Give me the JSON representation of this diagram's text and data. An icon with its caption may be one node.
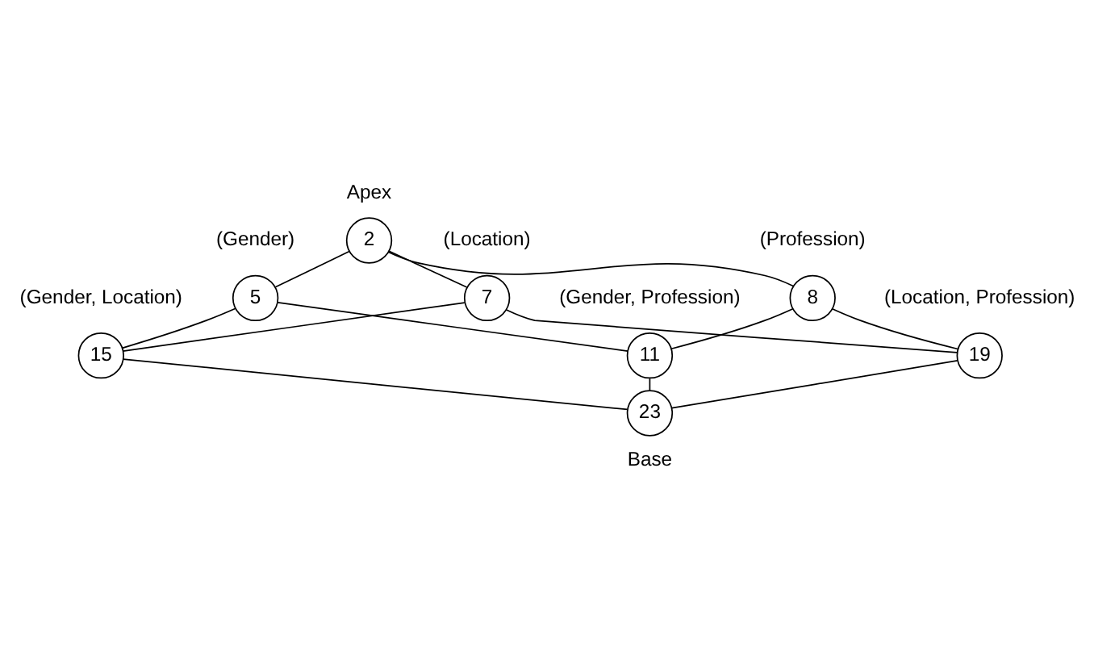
{
  "diagram": {
    "nodes": [
      {
        "text": [
          "2"
        ],
        "beside": [
          "Apex"
        ]
      },
      {
        "text": [
          "5"
        ],
        "beside": [
          "(Gender)"
        ]
      },
      {
        "text": [
          "7"
        ],
        "beside": [
          "(Location)"
        ]
      },
      {
        "text": [
          "8"
        ],
        "beside": [
          "(Profession)"
        ]
      },
      {
        "text": [
          "15"
        ],
        "beside": [
          "(Gender, Location)"
        ]
      },
      {
        "text": [
          "11"
        ],
        "beside": [
          "(Gender, Profession)"
        ]
      },
      {
        "text": [
          "19"
        ],
        "beside": [
          "(Location, Profession)"
        ]
      },
      {
        "text": [
          "23"
        ],
        "beside": [
          "Base"
        ]
      }
    ],
    "edges": [
      {
        "from": 0,
        "to": 1,
        "arrow": "none"
      },
      {
        "from": 0,
        "to": 2,
        "arrow": "none"
      },
      {
        "from": 0,
        "to": 3,
        "arrow": "none"
      },
      {
        "from": 1,
        "to": 4,
        "arrow": "none"
      },
      {
        "from": 1,
        "to": 5,
        "arrow": "none"
      },
      {
        "from": 2,
        "to": 4,
        "arrow": "none"
      },
      {
        "from": 2,
        "to": 6,
        "arrow": "none"
      },
      {
        "from": 3,
        "to": 5,
        "arrow": "none"
      },
      {
        "from": 3,
        "to": 6,
        "arrow": "none"
      },
      {
        "from": 4,
        "to": 7,
        "arrow": "none"
      },
      {
        "from": 5,
        "to": 7,
        "arrow": "none"
      },
      {
        "from": 6,
        "to": 7,
        "arrow": "none"
      }
    ]
  }
}
